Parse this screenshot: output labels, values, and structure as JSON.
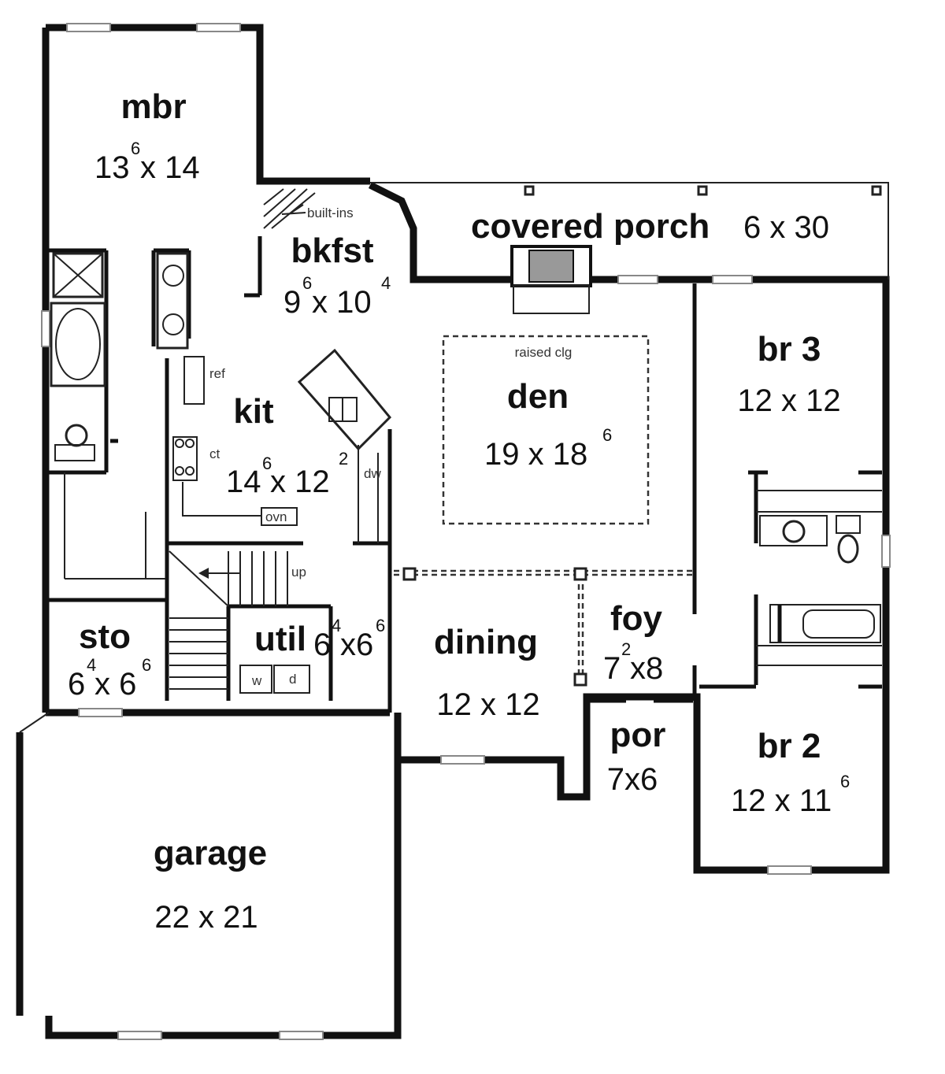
{
  "rooms": {
    "mbr": {
      "name": "mbr",
      "dim_a": "13",
      "dim_a_sup": "6",
      "dim_b": "x 14"
    },
    "bkfst": {
      "name": "bkfst",
      "dim_a": "9",
      "dim_a_sup": "6",
      "dim_b": "x 10",
      "dim_b_sup": "4"
    },
    "porch": {
      "name": "covered porch",
      "dim": "6 x 30"
    },
    "den": {
      "name": "den",
      "dim": "19 x 18",
      "dim_sup": "6",
      "note": "raised clg"
    },
    "br3": {
      "name": "br 3",
      "dim": "12 x 12"
    },
    "kit": {
      "name": "kit",
      "dim_a": "14",
      "dim_a_sup": "6",
      "dim_b": "x 12",
      "dim_b_sup": "2"
    },
    "sto": {
      "name": "sto",
      "dim_a": "6",
      "dim_a_sup": "4",
      "dim_b": "x 6",
      "dim_b_sup": "6"
    },
    "util": {
      "name": "util",
      "dim_a": "6",
      "dim_a_sup": "4",
      "dim_b": "x6",
      "dim_b_sup": "6"
    },
    "dining": {
      "name": "dining",
      "dim": "12 x 12"
    },
    "foy": {
      "name": "foy",
      "dim_a": "7",
      "dim_a_sup": "2",
      "dim_b": "x8"
    },
    "por": {
      "name": "por",
      "dim": "7x6"
    },
    "br2": {
      "name": "br 2",
      "dim": "12 x 11",
      "dim_sup": "6"
    },
    "garage": {
      "name": "garage",
      "dim": "22 x 21"
    }
  },
  "labels": {
    "built_ins": "built-ins",
    "ref": "ref",
    "ct": "ct",
    "dw": "dw",
    "ovn": "ovn",
    "up": "up",
    "washer": "w",
    "dryer": "d"
  }
}
